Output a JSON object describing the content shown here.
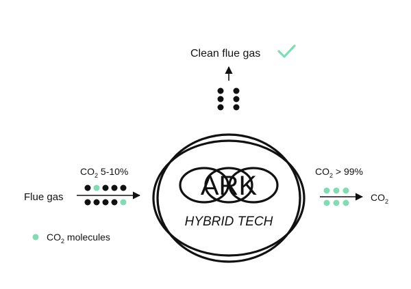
{
  "colors": {
    "ink": "#111111",
    "co2": "#7fdcb4",
    "background": "#ffffff"
  },
  "top": {
    "label": "Clean flue gas",
    "check_icon": "checkmark-icon"
  },
  "left": {
    "input_label": "Flue gas",
    "co2_prefix": "CO",
    "co2_sub": "2",
    "co2_range": " 5-10%",
    "row1": [
      "molecule",
      "co2",
      "molecule",
      "molecule",
      "molecule"
    ],
    "row2": [
      "molecule",
      "molecule",
      "molecule",
      "molecule",
      "co2"
    ]
  },
  "right": {
    "co2_prefix": "CO",
    "co2_sub": "2",
    "purity": " > 99%",
    "output_prefix": "CO",
    "output_sub": "2"
  },
  "center": {
    "logo_text": "ARK",
    "subtitle": "HYBRID TECH"
  },
  "legend": {
    "prefix": "CO",
    "sub": "2",
    "suffix": " molecules"
  }
}
